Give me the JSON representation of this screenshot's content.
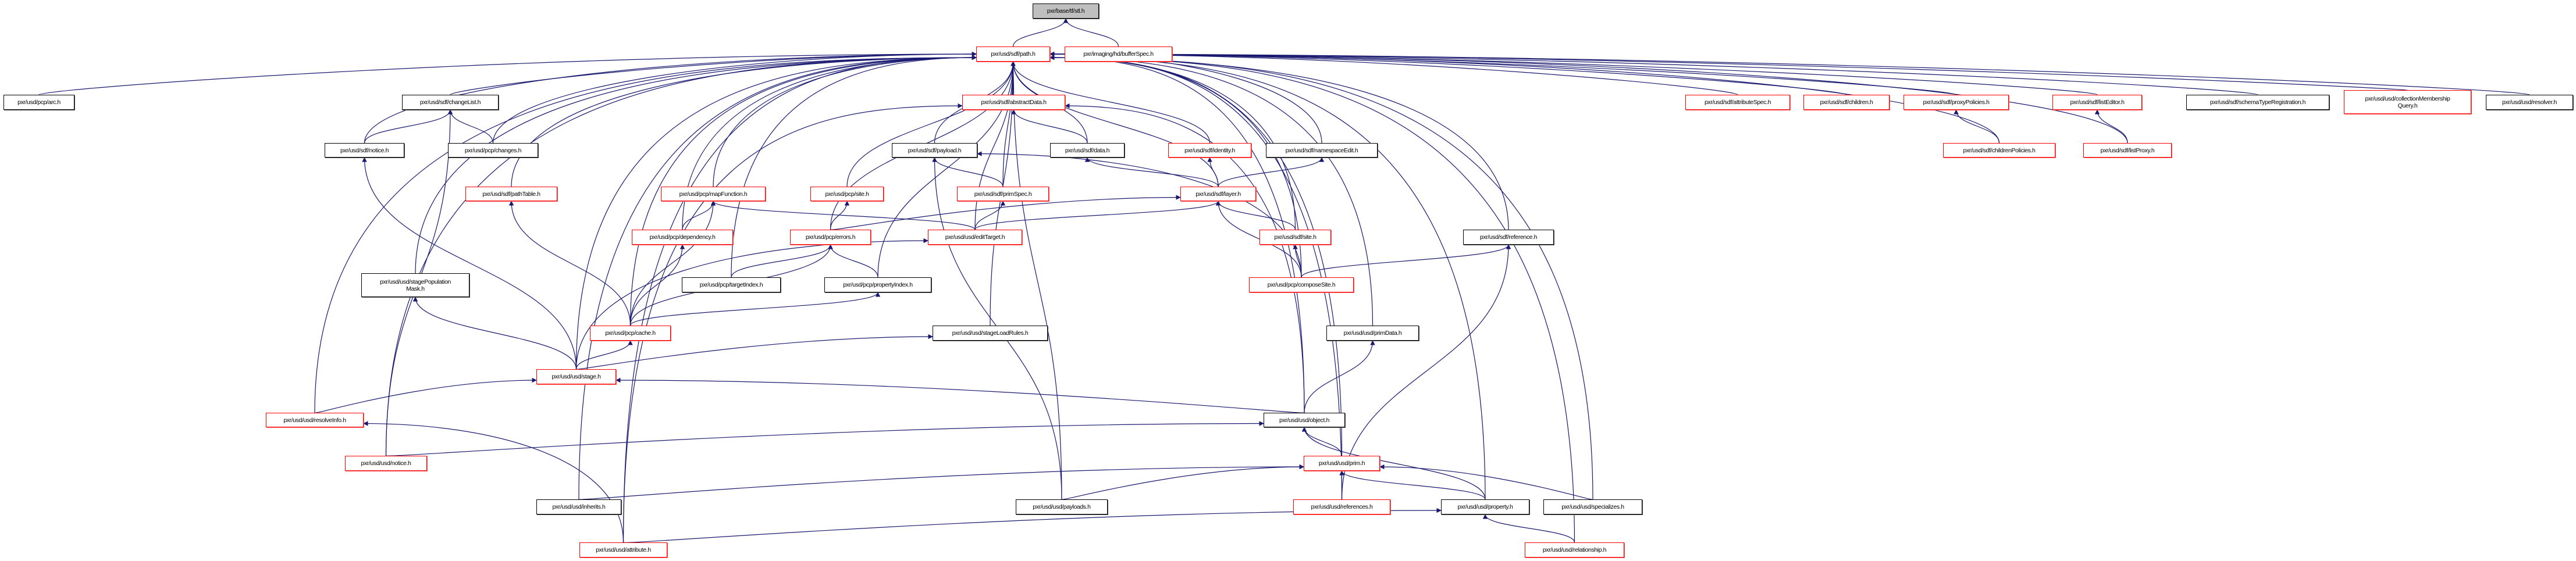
{
  "graph": {
    "title": "pxr/base/tf/stl.h",
    "colors": {
      "edge": "#191970",
      "highlight_border": "#ff0000",
      "normal_border": "#000000",
      "root_fill": "#bfbfbf"
    },
    "nodes": [
      {
        "id": "stl",
        "label": "pxr/base/tf/stl.h",
        "style": "gray"
      },
      {
        "id": "path",
        "label": "pxr/usd/sdf/path.h",
        "style": "red"
      },
      {
        "id": "bufferSpec",
        "label": "pxr/imaging/hd/bufferSpec.h",
        "style": "red"
      },
      {
        "id": "arc",
        "label": "pxr/usd/pcp/arc.h",
        "style": "black"
      },
      {
        "id": "changeList",
        "label": "pxr/usd/sdf/changeList.h",
        "style": "black"
      },
      {
        "id": "abstractData",
        "label": "pxr/usd/sdf/abstractData.h",
        "style": "red"
      },
      {
        "id": "attributeSpec",
        "label": "pxr/usd/sdf/attributeSpec.h",
        "style": "red"
      },
      {
        "id": "children",
        "label": "pxr/usd/sdf/children.h",
        "style": "red"
      },
      {
        "id": "proxyPolicies",
        "label": "pxr/usd/sdf/proxyPolicies.h",
        "style": "red"
      },
      {
        "id": "listEditor",
        "label": "pxr/usd/sdf/listEditor.h",
        "style": "red"
      },
      {
        "id": "schemaTypeRegistration",
        "label": "pxr/usd/sdf/schemaTypeRegistration.h",
        "style": "black"
      },
      {
        "id": "collectionMembershipQuery",
        "label": "pxr/usd/usd/collectionMembership\nQuery.h",
        "style": "red"
      },
      {
        "id": "resolver",
        "label": "pxr/usd/usd/resolver.h",
        "style": "black"
      },
      {
        "id": "sdfNotice",
        "label": "pxr/usd/sdf/notice.h",
        "style": "black"
      },
      {
        "id": "changes",
        "label": "pxr/usd/pcp/changes.h",
        "style": "black"
      },
      {
        "id": "sdfPayload",
        "label": "pxr/usd/sdf/payload.h",
        "style": "black"
      },
      {
        "id": "data",
        "label": "pxr/usd/sdf/data.h",
        "style": "black"
      },
      {
        "id": "identity",
        "label": "pxr/usd/sdf/identity.h",
        "style": "red"
      },
      {
        "id": "namespaceEdit",
        "label": "pxr/usd/sdf/namespaceEdit.h",
        "style": "black"
      },
      {
        "id": "childrenPolicies",
        "label": "pxr/usd/sdf/childrenPolicies.h",
        "style": "red"
      },
      {
        "id": "listProxy",
        "label": "pxr/usd/sdf/listProxy.h",
        "style": "red"
      },
      {
        "id": "pathTable",
        "label": "pxr/usd/sdf/pathTable.h",
        "style": "red"
      },
      {
        "id": "mapFunction",
        "label": "pxr/usd/pcp/mapFunction.h",
        "style": "red"
      },
      {
        "id": "pcpSite",
        "label": "pxr/usd/pcp/site.h",
        "style": "red"
      },
      {
        "id": "primSpec",
        "label": "pxr/usd/sdf/primSpec.h",
        "style": "red"
      },
      {
        "id": "layer",
        "label": "pxr/usd/sdf/layer.h",
        "style": "red"
      },
      {
        "id": "dependency",
        "label": "pxr/usd/pcp/dependency.h",
        "style": "red"
      },
      {
        "id": "errors",
        "label": "pxr/usd/pcp/errors.h",
        "style": "red"
      },
      {
        "id": "editTarget",
        "label": "pxr/usd/usd/editTarget.h",
        "style": "red"
      },
      {
        "id": "sdfSite",
        "label": "pxr/usd/sdf/site.h",
        "style": "red"
      },
      {
        "id": "reference",
        "label": "pxr/usd/sdf/reference.h",
        "style": "black"
      },
      {
        "id": "stagePopulationMask",
        "label": "pxr/usd/usd/stagePopulation\nMask.h",
        "style": "black"
      },
      {
        "id": "targetIndex",
        "label": "pxr/usd/pcp/targetIndex.h",
        "style": "black"
      },
      {
        "id": "propertyIndex",
        "label": "pxr/usd/pcp/propertyIndex.h",
        "style": "black"
      },
      {
        "id": "composeSite",
        "label": "pxr/usd/pcp/composeSite.h",
        "style": "red"
      },
      {
        "id": "cache",
        "label": "pxr/usd/pcp/cache.h",
        "style": "red"
      },
      {
        "id": "stageLoadRules",
        "label": "pxr/usd/usd/stageLoadRules.h",
        "style": "black"
      },
      {
        "id": "primData",
        "label": "pxr/usd/usd/primData.h",
        "style": "black"
      },
      {
        "id": "stage",
        "label": "pxr/usd/usd/stage.h",
        "style": "red"
      },
      {
        "id": "resolveInfo",
        "label": "pxr/usd/usd/resolveInfo.h",
        "style": "red"
      },
      {
        "id": "object",
        "label": "pxr/usd/usd/object.h",
        "style": "black"
      },
      {
        "id": "usdNotice",
        "label": "pxr/usd/usd/notice.h",
        "style": "red"
      },
      {
        "id": "prim",
        "label": "pxr/usd/usd/prim.h",
        "style": "red"
      },
      {
        "id": "inherits",
        "label": "pxr/usd/usd/inherits.h",
        "style": "black"
      },
      {
        "id": "payloads",
        "label": "pxr/usd/usd/payloads.h",
        "style": "black"
      },
      {
        "id": "references",
        "label": "pxr/usd/usd/references.h",
        "style": "red"
      },
      {
        "id": "property",
        "label": "pxr/usd/usd/property.h",
        "style": "black"
      },
      {
        "id": "specializes",
        "label": "pxr/usd/usd/specializes.h",
        "style": "black"
      },
      {
        "id": "attribute",
        "label": "pxr/usd/usd/attribute.h",
        "style": "red"
      },
      {
        "id": "relationship",
        "label": "pxr/usd/usd/relationship.h",
        "style": "red"
      }
    ],
    "edges": [
      [
        "path",
        "stl"
      ],
      [
        "bufferSpec",
        "stl"
      ],
      [
        "arc",
        "path"
      ],
      [
        "changeList",
        "path"
      ],
      [
        "sdfNotice",
        "path"
      ],
      [
        "changes",
        "path"
      ],
      [
        "pathTable",
        "path"
      ],
      [
        "stagePopulationMask",
        "path"
      ],
      [
        "abstractData",
        "path"
      ],
      [
        "sdfPayload",
        "path"
      ],
      [
        "data",
        "path"
      ],
      [
        "identity",
        "path"
      ],
      [
        "namespaceEdit",
        "path"
      ],
      [
        "mapFunction",
        "path"
      ],
      [
        "pcpSite",
        "path"
      ],
      [
        "primSpec",
        "path"
      ],
      [
        "dependency",
        "path"
      ],
      [
        "errors",
        "path"
      ],
      [
        "editTarget",
        "path"
      ],
      [
        "targetIndex",
        "path"
      ],
      [
        "propertyIndex",
        "path"
      ],
      [
        "layer",
        "path"
      ],
      [
        "sdfSite",
        "path"
      ],
      [
        "reference",
        "path"
      ],
      [
        "composeSite",
        "path"
      ],
      [
        "attributeSpec",
        "path"
      ],
      [
        "children",
        "path"
      ],
      [
        "proxyPolicies",
        "path"
      ],
      [
        "listEditor",
        "path"
      ],
      [
        "schemaTypeRegistration",
        "path"
      ],
      [
        "collectionMembershipQuery",
        "path"
      ],
      [
        "resolver",
        "path"
      ],
      [
        "childrenPolicies",
        "path"
      ],
      [
        "listProxy",
        "path"
      ],
      [
        "cache",
        "path"
      ],
      [
        "stage",
        "path"
      ],
      [
        "resolveInfo",
        "path"
      ],
      [
        "usdNotice",
        "path"
      ],
      [
        "inherits",
        "path"
      ],
      [
        "attribute",
        "path"
      ],
      [
        "stageLoadRules",
        "path"
      ],
      [
        "primData",
        "path"
      ],
      [
        "object",
        "path"
      ],
      [
        "prim",
        "path"
      ],
      [
        "payloads",
        "path"
      ],
      [
        "references",
        "path"
      ],
      [
        "property",
        "path"
      ],
      [
        "specializes",
        "path"
      ],
      [
        "relationship",
        "path"
      ],
      [
        "sdfNotice",
        "changeList"
      ],
      [
        "changes",
        "changeList"
      ],
      [
        "usdNotice",
        "changeList"
      ],
      [
        "stage",
        "sdfNotice"
      ],
      [
        "cache",
        "pathTable"
      ],
      [
        "stage",
        "stagePopulationMask"
      ],
      [
        "data",
        "abstractData"
      ],
      [
        "object",
        "abstractData"
      ],
      [
        "attribute",
        "abstractData"
      ],
      [
        "primSpec",
        "sdfPayload"
      ],
      [
        "payloads",
        "sdfPayload"
      ],
      [
        "composeSite",
        "sdfPayload"
      ],
      [
        "layer",
        "data"
      ],
      [
        "layer",
        "identity"
      ],
      [
        "layer",
        "namespaceEdit"
      ],
      [
        "childrenPolicies",
        "proxyPolicies"
      ],
      [
        "listProxy",
        "listEditor"
      ],
      [
        "dependency",
        "mapFunction"
      ],
      [
        "cache",
        "mapFunction"
      ],
      [
        "editTarget",
        "mapFunction"
      ],
      [
        "errors",
        "pcpSite"
      ],
      [
        "editTarget",
        "primSpec"
      ],
      [
        "sdfSite",
        "layer"
      ],
      [
        "errors",
        "layer"
      ],
      [
        "editTarget",
        "layer"
      ],
      [
        "composeSite",
        "layer"
      ],
      [
        "targetIndex",
        "errors"
      ],
      [
        "propertyIndex",
        "errors"
      ],
      [
        "cache",
        "errors"
      ],
      [
        "cache",
        "dependency"
      ],
      [
        "stage",
        "editTarget"
      ],
      [
        "composeSite",
        "sdfSite"
      ],
      [
        "composeSite",
        "reference"
      ],
      [
        "cache",
        "propertyIndex"
      ],
      [
        "stage",
        "cache"
      ],
      [
        "stage",
        "stageLoadRules"
      ],
      [
        "resolveInfo",
        "stage"
      ],
      [
        "object",
        "stage"
      ],
      [
        "object",
        "primData"
      ],
      [
        "usdNotice",
        "object"
      ],
      [
        "prim",
        "object"
      ],
      [
        "property",
        "object"
      ],
      [
        "inherits",
        "prim"
      ],
      [
        "payloads",
        "prim"
      ],
      [
        "references",
        "prim"
      ],
      [
        "property",
        "prim"
      ],
      [
        "specializes",
        "prim"
      ],
      [
        "references",
        "reference"
      ],
      [
        "attribute",
        "property"
      ],
      [
        "relationship",
        "property"
      ],
      [
        "attribute",
        "resolveInfo"
      ]
    ]
  }
}
